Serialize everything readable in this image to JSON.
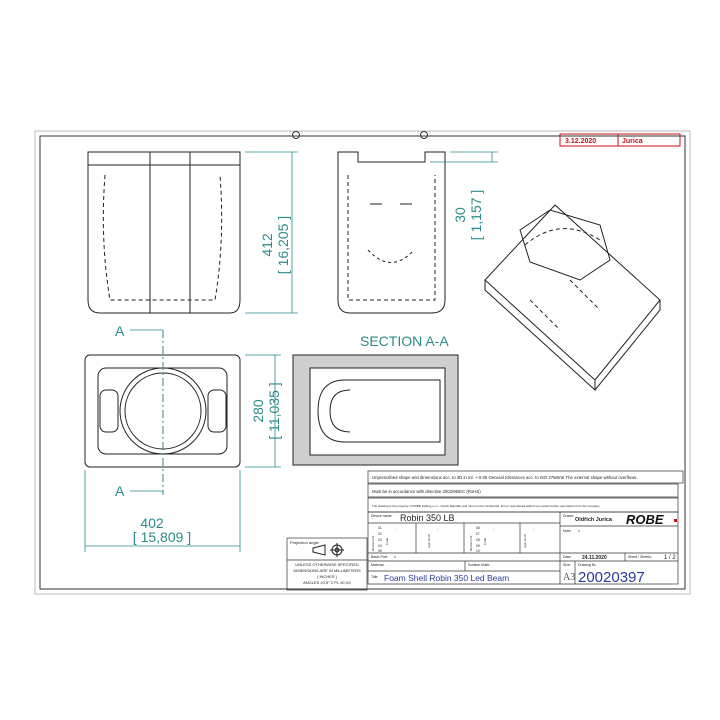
{
  "revision": {
    "date": "3.12.2020",
    "author": "Jurica",
    "color": "#c0141c"
  },
  "dimensions": {
    "front_height_mm": "412",
    "front_height_in": "[ 16,205 ]",
    "side_height_mm": "30",
    "side_height_in": "[ 1,157 ]",
    "top_depth_mm": "280",
    "top_depth_in": "[ 11,035 ]",
    "width_mm": "402",
    "width_in": "[ 15,809 ]",
    "section_marker": "A",
    "color": "#2b8a8a"
  },
  "section_title": "SECTION A-A",
  "projection": {
    "label": "Projection angle",
    "note_lines": [
      "UNLESS OTHERWISE SPECIFIED",
      "DIMENSIONS ARE IN MILLIMETERS",
      "[ INCHES ]",
      "ANGLES ±0,5°   2 PL ±0,XX"
    ]
  },
  "notes": [
    "Unprescribed shape and dimensions acc. to 3D in tol. +-0.05 General tolerances acc. to ISO 2768mK The external shape without overflows.",
    "Must be in accordance with directive 2002/95/EC (RoHS)",
    "The drawing is the property of ROBE lighting s.r.o., Czech Republic and must not be transferred, lent or reproduced without an explicit written permission from the company."
  ],
  "title_block": {
    "device_name_label": "Device name:",
    "device_name": "Robin 350 LB",
    "drawn_label": "Drawn:",
    "drawn_by": "Oldřich Jurica",
    "logo": "ROBE",
    "note_label": "Note:",
    "note_value": "x",
    "revision_label": "Revision Nr.",
    "code_label": "Code",
    "approved_label": "Appr.word",
    "revision_numbers_left": [
      "01",
      "02",
      "03",
      "04",
      "05"
    ],
    "revision_numbers_right": [
      "06",
      "07",
      "08",
      "09",
      "10"
    ],
    "revision_dash": "-",
    "basic_part_label": "Basic Part:",
    "basic_part": "x",
    "date_label": "Date:",
    "date": "24.11.2020",
    "sheet_label": "Sheet / Sheets:",
    "sheet": "1 / 2",
    "material_label": "Material:",
    "surface_label": "Surface finish:",
    "size_label": "Size:",
    "size": "A3",
    "drawing_no_label": "Drawing Nr.:",
    "drawing_no": "20020397",
    "title_label": "Title:",
    "title": "Foam Shell Robin 350 Led Beam"
  }
}
